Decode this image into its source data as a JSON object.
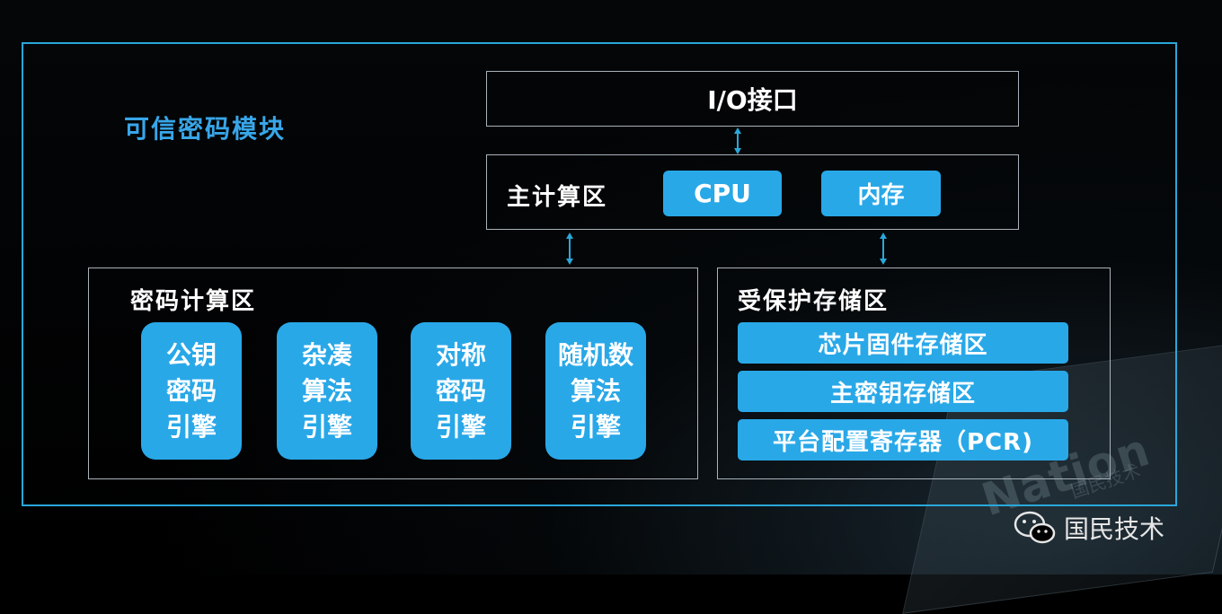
{
  "diagram": {
    "title": "可信密码模块",
    "io_interface": "I/O接口",
    "main_compute": {
      "label": "主计算区",
      "cpu": "CPU",
      "memory": "内存"
    },
    "crypto_compute": {
      "label": "密码计算区",
      "engines": [
        "公钥\n密码\n引擎",
        "杂凑\n算法\n引擎",
        "对称\n密码\n引擎",
        "随机数\n算法\n引擎"
      ]
    },
    "protected_storage": {
      "label": "受保护存储区",
      "items": [
        "芯片固件存储区",
        "主密钥存储区",
        "平台配置寄存器（PCR)"
      ]
    }
  },
  "watermark": {
    "brand": "国民技术",
    "chip_text": "Nation",
    "chip_subtext": "国民技术"
  },
  "colors": {
    "accent": "#29a8e8",
    "border": "#2aa7d9",
    "title": "#38a6e8"
  }
}
